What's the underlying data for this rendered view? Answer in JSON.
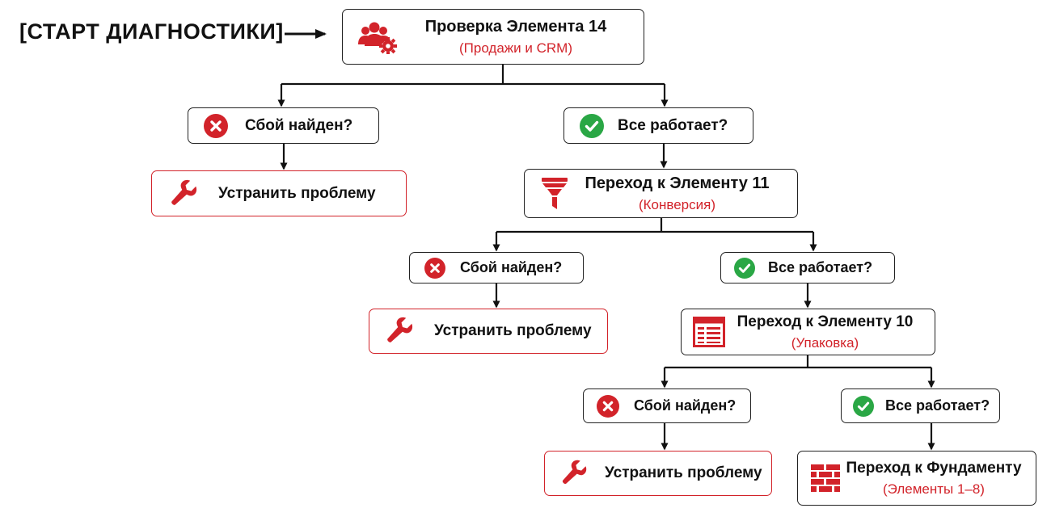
{
  "start_label": "[СТАРТ ДИАГНОСТИКИ]",
  "colors": {
    "accent": "#d2232a",
    "ok": "#2aa745",
    "stroke": "#111111"
  },
  "level1": {
    "main": {
      "title": "Проверка Элемента 14",
      "subtitle": "(Продажи и CRM)",
      "icon": "team-gear-icon"
    },
    "fail": {
      "text": "Сбой найден?",
      "icon": "error-circle-icon"
    },
    "fix": {
      "text": "Устранить проблему",
      "icon": "wrench-icon"
    },
    "ok": {
      "text": "Все работает?",
      "icon": "check-circle-icon"
    }
  },
  "level2": {
    "main": {
      "title": "Переход к Элементу 11",
      "subtitle": "(Конверсия)",
      "icon": "funnel-icon"
    },
    "fail": {
      "text": "Сбой найден?",
      "icon": "error-circle-icon"
    },
    "fix": {
      "text": "Устранить проблему",
      "icon": "wrench-icon"
    },
    "ok": {
      "text": "Все работает?",
      "icon": "check-circle-icon"
    }
  },
  "level3": {
    "main": {
      "title": "Переход к Элементу 10",
      "subtitle": "(Упаковка)",
      "icon": "browser-window-icon"
    },
    "fail": {
      "text": "Сбой найден?",
      "icon": "error-circle-icon"
    },
    "fix": {
      "text": "Устранить проблему",
      "icon": "wrench-icon"
    },
    "ok": {
      "text": "Все работает?",
      "icon": "check-circle-icon"
    }
  },
  "final": {
    "title": "Переход к Фундаменту",
    "subtitle": "(Элементы 1–8)",
    "icon": "brick-wall-icon"
  }
}
